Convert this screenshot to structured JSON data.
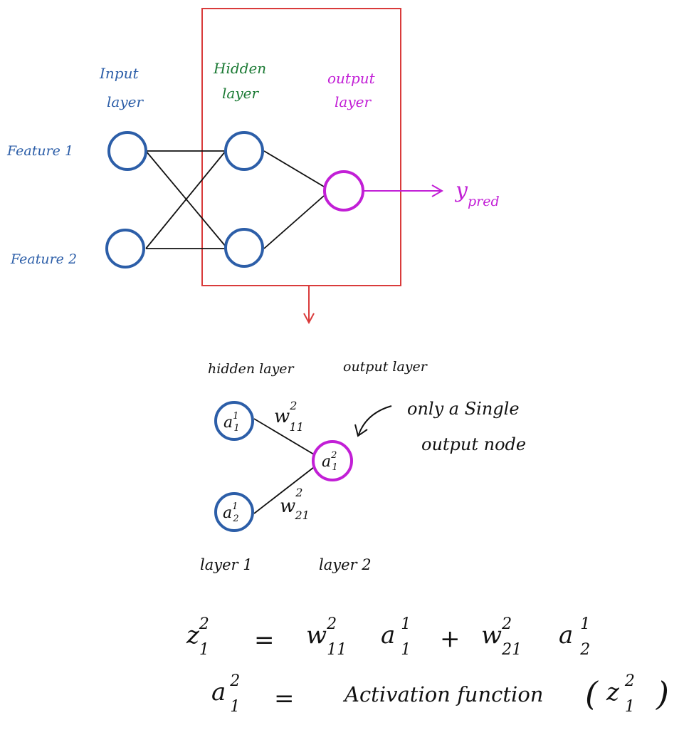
{
  "colors": {
    "input": "#2c5ea8",
    "hidden": "#1b7a34",
    "output": "#c21fd6",
    "frame": "#d93b3b",
    "ink": "#111111"
  },
  "top_diagram": {
    "input_label": [
      "Input",
      "layer"
    ],
    "hidden_label": [
      "Hidden",
      "layer"
    ],
    "output_label": [
      "output",
      "layer"
    ],
    "feature1": "Feature 1",
    "feature2": "Feature 2",
    "y_main": "y",
    "y_sub": "pred"
  },
  "bottom_diagram": {
    "hidden_header": "hidden layer",
    "output_header": "output layer",
    "node_a11": {
      "base": "a",
      "sup": "1",
      "sub": "1"
    },
    "node_a12": {
      "base": "a",
      "sup": "1",
      "sub": "2"
    },
    "node_a21": {
      "base": "a",
      "sup": "2",
      "sub": "1"
    },
    "w11": {
      "base": "w",
      "sup": "2",
      "sub": "11"
    },
    "w21": {
      "base": "w",
      "sup": "2",
      "sub": "21"
    },
    "note": [
      "only a Single",
      "output node"
    ],
    "layer1": "layer 1",
    "layer2": "layer 2"
  },
  "equations": {
    "eq1": {
      "lhs": {
        "base": "z",
        "sup": "2",
        "sub": "1"
      },
      "eq": "=",
      "t1w": {
        "base": "w",
        "sup": "2",
        "sub": "11"
      },
      "t1a": {
        "base": "a",
        "sup": "1",
        "sub": "1"
      },
      "plus": "+",
      "t2w": {
        "base": "w",
        "sup": "2",
        "sub": "21"
      },
      "t2a": {
        "base": "a",
        "sup": "1",
        "sub": "2"
      }
    },
    "eq2": {
      "lhs": {
        "base": "a",
        "sup": "2",
        "sub": "1"
      },
      "eq": "=",
      "text": "Activation function",
      "open": "(",
      "arg": {
        "base": "z",
        "sup": "2",
        "sub": "1"
      },
      "close": ")"
    }
  }
}
